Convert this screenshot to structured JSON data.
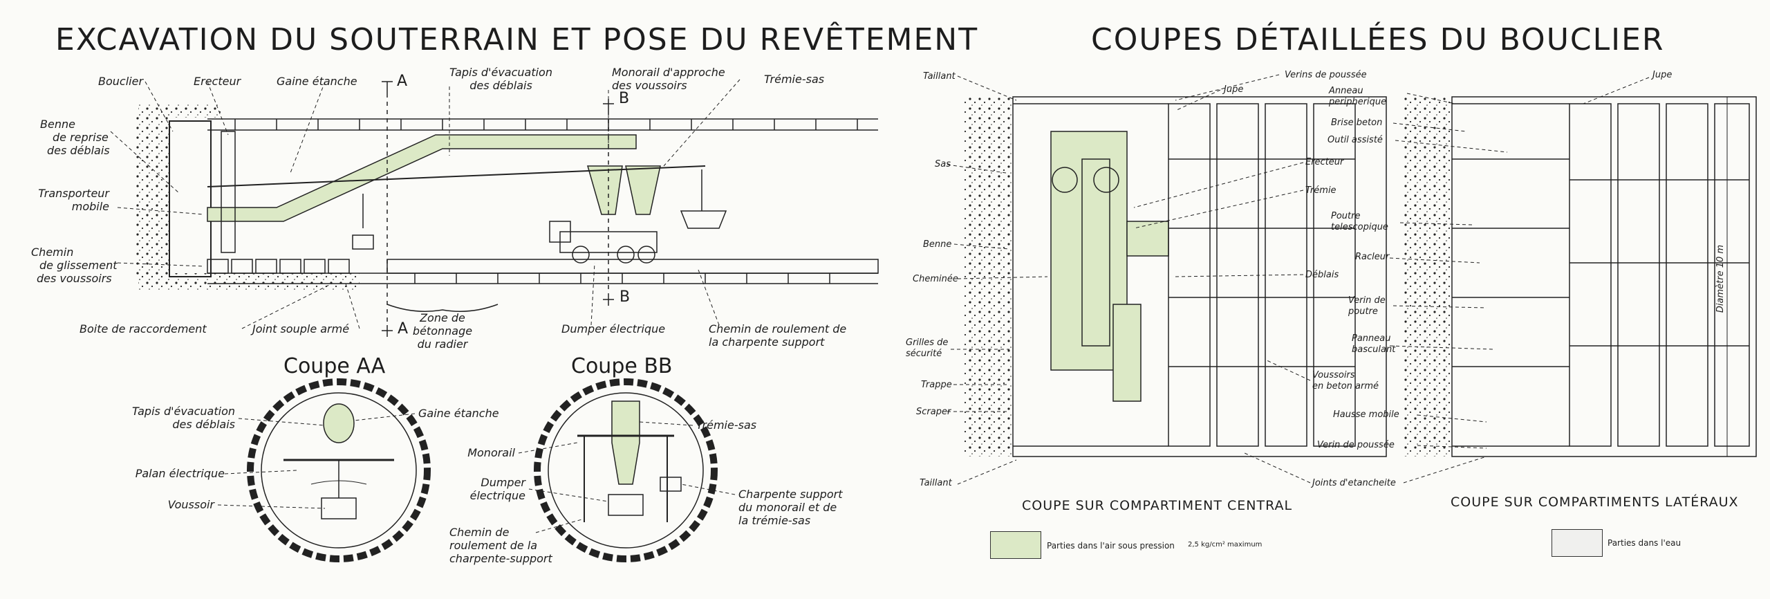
{
  "colors": {
    "pressurized": "#dce9c6",
    "water": "#f0f0ee",
    "ink": "#1d1d1d"
  },
  "left": {
    "title": "EXCAVATION DU SOUTERRAIN ET POSE DU REVÊTEMENT",
    "labels": {
      "bouclier": "Bouclier",
      "erecteur": "Erecteur",
      "gaine": "Gaine étanche",
      "sectionA": "A",
      "sectionB": "B",
      "tapis_1": "Tapis d'évacuation",
      "tapis_2": "des déblais",
      "monorail_1": "Monorail d'approche",
      "monorail_2": "des voussoirs",
      "tremie": "Trémie-sas",
      "benne_1": "Benne",
      "benne_2": "de reprise",
      "benne_3": "des déblais",
      "transporteur_1": "Transporteur",
      "transporteur_2": "mobile",
      "chemin_1": "Chemin",
      "chemin_2": "de glissement",
      "chemin_3": "des voussoirs",
      "boite": "Boite de raccordement",
      "joint": "Joint souple armé",
      "zone_1": "Zone de",
      "zone_2": "bétonnage",
      "zone_3": "du radier",
      "dumper": "Dumper électrique",
      "chemin_roul_1": "Chemin de roulement de",
      "chemin_roul_2": "la charpente support"
    },
    "coupe_aa": {
      "title": "Coupe AA",
      "tapis_1": "Tapis d'évacuation",
      "tapis_2": "des déblais",
      "gaine": "Gaine étanche",
      "palan": "Palan électrique",
      "voussoir": "Voussoir"
    },
    "coupe_bb": {
      "title": "Coupe BB",
      "tremie": "Trémie-sas",
      "monorail": "Monorail",
      "dumper_1": "Dumper",
      "dumper_2": "électrique",
      "charpente_1": "Charpente support",
      "charpente_2": "du monorail et de",
      "charpente_3": "la trémie-sas",
      "chemin_1": "Chemin de",
      "chemin_2": "roulement de la",
      "chemin_3": "charpente-support"
    }
  },
  "right": {
    "title": "COUPES DÉTAILLÉES DU BOUCLIER",
    "central": {
      "taillant_top": "Taillant",
      "verins": "Verins de poussée",
      "jupe": "Jupe",
      "sas": "Sas",
      "erecteur": "Erecteur",
      "tremie": "Trémie",
      "benne": "Benne",
      "cheminee": "Cheminée",
      "deblais": "Déblais",
      "grilles_1": "Grilles de",
      "grilles_2": "sécurité",
      "trappe": "Trappe",
      "scraper": "Scraper",
      "voussoirs_1": "Voussoirs",
      "voussoirs_2": "en beton armé",
      "taillant_bottom": "Taillant",
      "joints": "Joints d'etancheite",
      "caption": "COUPE SUR COMPARTIMENT CENTRAL"
    },
    "lateral": {
      "anneau_1": "Anneau",
      "anneau_2": "peripherique",
      "jupe": "Jupe",
      "brise": "Brise beton",
      "outil": "Outil assisté",
      "poutre_1": "Poutre",
      "poutre_2": "telescopique",
      "racleur": "Racleur",
      "verin_1": "Verin de",
      "verin_2": "poutre",
      "panneau_1": "Panneau",
      "panneau_2": "basculant",
      "hausse": "Hausse mobile",
      "verin_poussee": "Verin de poussée",
      "diametre": "Diamètre 10 m",
      "caption": "COUPE SUR COMPARTIMENTS LATÉRAUX"
    },
    "legend": {
      "air_text": "Parties dans l'air sous pression",
      "air_value": "2,5 kg/cm² maximum",
      "water_text": "Parties dans l'eau"
    }
  }
}
